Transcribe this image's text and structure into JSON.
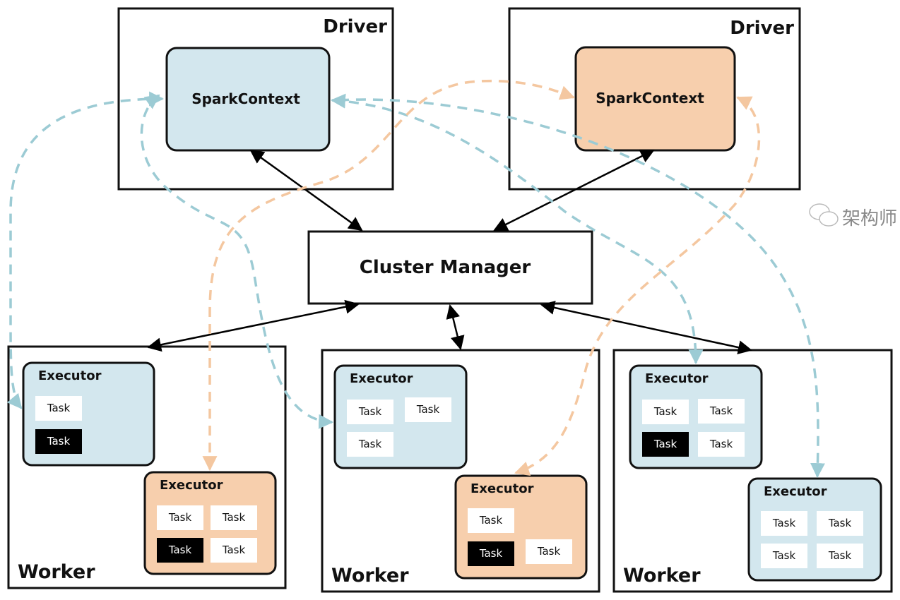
{
  "colors": {
    "blue_fill": "#d3e7ee",
    "orange_fill": "#f7cfad",
    "blue_dash": "#9ccbd4",
    "orange_dash": "#f4c7a0",
    "black_task": "#000000"
  },
  "drivers": [
    {
      "title": "Driver",
      "context": "SparkContext",
      "color": "blue"
    },
    {
      "title": "Driver",
      "context": "SparkContext",
      "color": "orange"
    }
  ],
  "cluster_manager": "Cluster Manager",
  "workers": [
    {
      "title": "Worker",
      "executors": [
        {
          "title": "Executor",
          "color": "blue",
          "tasks": [
            {
              "label": "Task",
              "active": false
            },
            {
              "label": "Task",
              "active": true
            }
          ]
        },
        {
          "title": "Executor",
          "color": "orange",
          "tasks": [
            {
              "label": "Task",
              "active": false
            },
            {
              "label": "Task",
              "active": false
            },
            {
              "label": "Task",
              "active": true
            },
            {
              "label": "Task",
              "active": false
            }
          ]
        }
      ]
    },
    {
      "title": "Worker",
      "executors": [
        {
          "title": "Executor",
          "color": "blue",
          "tasks": [
            {
              "label": "Task",
              "active": false
            },
            {
              "label": "Task",
              "active": false
            },
            {
              "label": "Task",
              "active": false
            }
          ]
        },
        {
          "title": "Executor",
          "color": "orange",
          "tasks": [
            {
              "label": "Task",
              "active": false
            },
            {
              "label": "Task",
              "active": true
            },
            {
              "label": "Task",
              "active": false
            }
          ]
        }
      ]
    },
    {
      "title": "Worker",
      "executors": [
        {
          "title": "Executor",
          "color": "blue",
          "tasks": [
            {
              "label": "Task",
              "active": false
            },
            {
              "label": "Task",
              "active": false
            },
            {
              "label": "Task",
              "active": true
            },
            {
              "label": "Task",
              "active": false
            }
          ]
        },
        {
          "title": "Executor",
          "color": "blue",
          "tasks": [
            {
              "label": "Task",
              "active": false
            },
            {
              "label": "Task",
              "active": false
            },
            {
              "label": "Task",
              "active": false
            },
            {
              "label": "Task",
              "active": false
            }
          ]
        }
      ]
    }
  ],
  "watermark": "架构师"
}
